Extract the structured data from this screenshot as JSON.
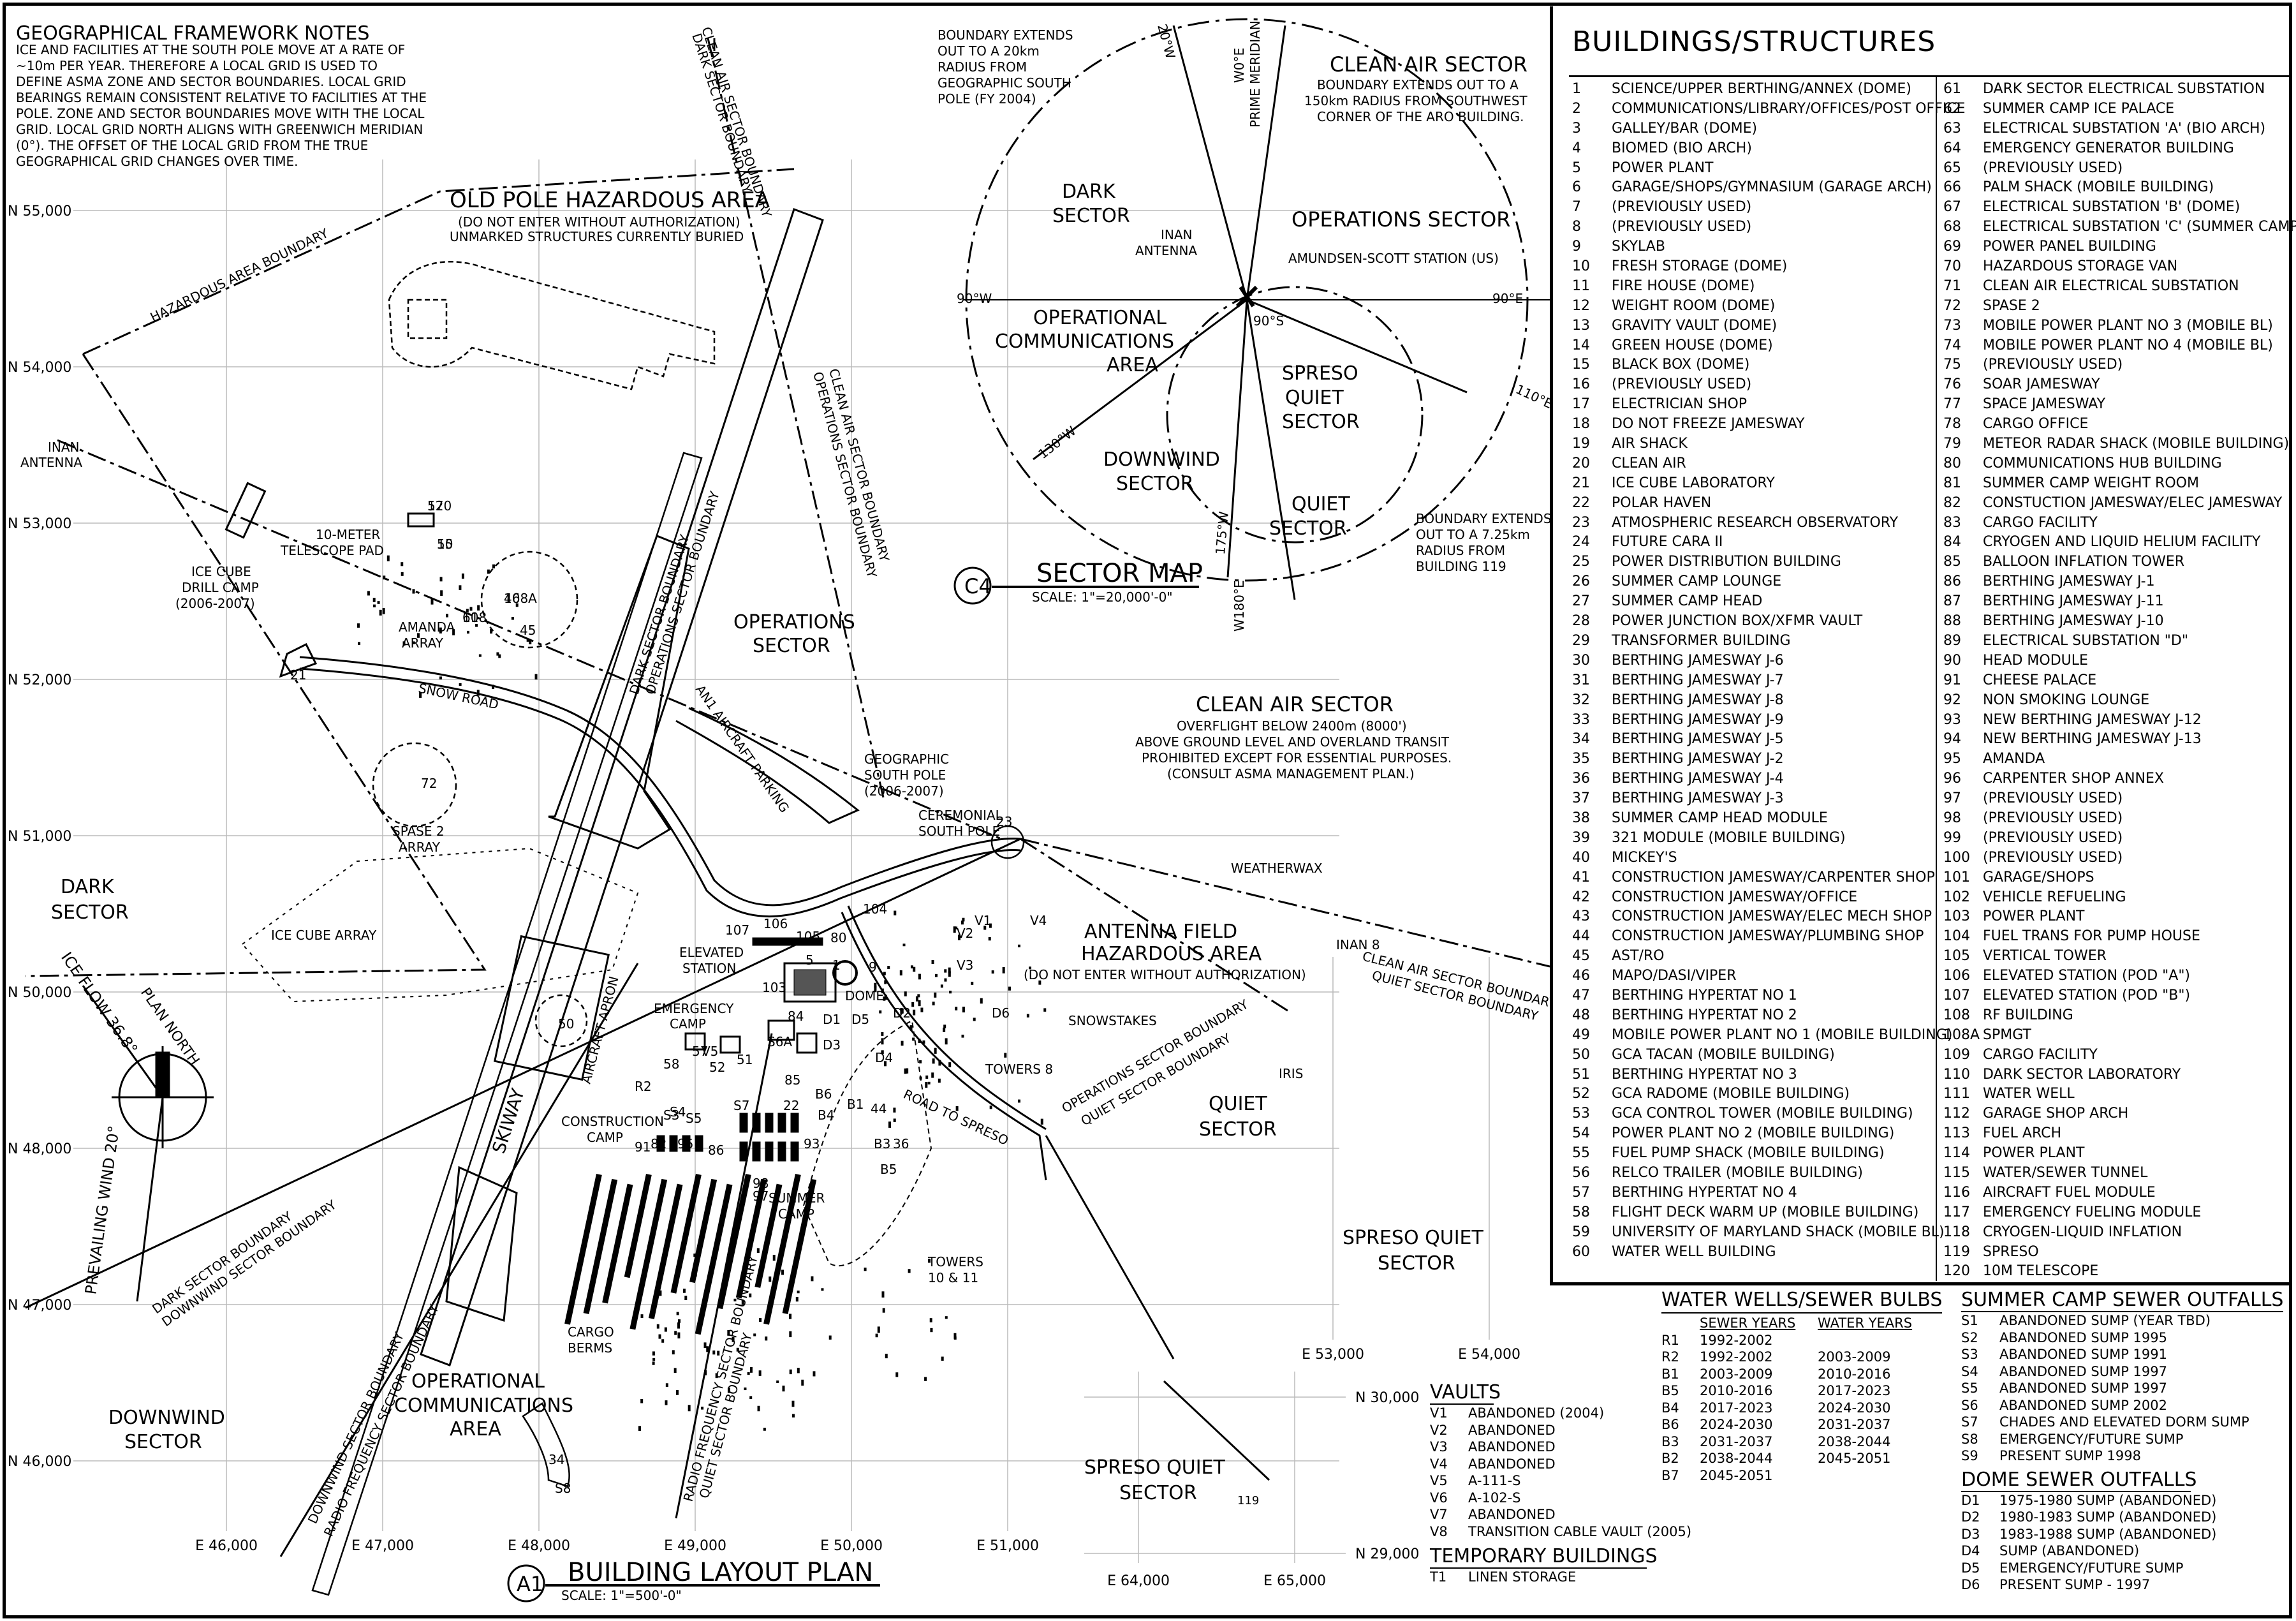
{
  "framework_notes": {
    "title": "GEOGRAPHICAL FRAMEWORK NOTES",
    "lines": [
      "ICE AND FACILITIES AT THE SOUTH POLE MOVE AT A RATE OF",
      "~10m PER YEAR. THEREFORE A LOCAL GRID IS USED TO",
      "DEFINE ASMA ZONE AND SECTOR BOUNDARIES. LOCAL GRID",
      "BEARINGS REMAIN CONSISTENT RELATIVE TO FACILITIES AT THE",
      "POLE. ZONE AND SECTOR BOUNDARIES MOVE WITH THE LOCAL",
      "GRID. LOCAL GRID NORTH ALIGNS WITH GREENWICH MERIDIAN",
      "(0°). THE OFFSET OF THE LOCAL GRID FROM THE TRUE",
      "GEOGRAPHICAL GRID CHANGES OVER TIME."
    ]
  },
  "grid": {
    "north_labels": [
      "N 55,000",
      "N 54,000",
      "N 53,000",
      "N 52,000",
      "N 51,000",
      "N 50,000",
      "N 48,000",
      "N 47,000",
      "N 46,000"
    ],
    "east_labels": [
      "E 46,000",
      "E 47,000",
      "E 48,000",
      "E 49,000",
      "E 50,000",
      "E 51,000"
    ],
    "east_labels_2": [
      "E 53,000",
      "E 54,000"
    ],
    "inset_north": [
      "N 30,000",
      "N 29,000"
    ],
    "inset_east": [
      "E 64,000",
      "E 65,000"
    ]
  },
  "map_labels": {
    "old_pole_title": "OLD POLE HAZARDOUS AREA",
    "old_pole_sub1": "(DO NOT ENTER WITHOUT AUTHORIZATION)",
    "old_pole_sub2": "UNMARKED STRUCTURES CURRENTLY BURIED",
    "hazard_boundary": "HAZARDOUS AREA BOUNDARY",
    "inan_antenna_1": "INAN",
    "inan_antenna_2": "ANTENNA",
    "ten_meter_1": "10-METER",
    "ten_meter_2": "TELESCOPE PAD",
    "icecube_drill_1": "ICE CUBE",
    "icecube_drill_2": "DRILL CAMP",
    "icecube_drill_3": "(2006-2007)",
    "amanda_1": "AMANDA",
    "amanda_2": "ARRAY",
    "snow_road": "SNOW ROAD",
    "spase_1": "SPASE 2",
    "spase_2": "ARRAY",
    "dark_sector_1": "DARK",
    "dark_sector_2": "SECTOR",
    "icecube_array": "ICE CUBE ARRAY",
    "ice_flow": "ICE FLOW 36.8°",
    "plan_north": "PLAN NORTH",
    "prevailing_wind": "PREVAILING WIND 20°",
    "operations_1": "OPERATIONS",
    "operations_2": "SECTOR",
    "dark_boundary": "DARK SECTOR BOUNDARY",
    "ops_boundary": "OPERATIONS SECTOR BOUNDARY",
    "clean_boundary": "CLEAN AIR SECTOR BOUNDARY",
    "clean_boundary_2": "CLEAN AIR SECTOR BOUNDARY",
    "ops_boundary_2": "OPERATIONS SECTOR BOUNDARY",
    "dark_boundary_2": "DARK SECTOR BOUNDARY",
    "aircraft_parking": "AN1 AIRCRAFT PARKING",
    "geo_pole_1": "GEOGRAPHIC",
    "geo_pole_2": "SOUTH POLE",
    "geo_pole_3": "(2006-2007)",
    "cer_pole_1": "CEREMONIAL",
    "cer_pole_2": "SOUTH POLE",
    "clean_air_title": "CLEAN AIR SECTOR",
    "clean_air_1": "OVERFLIGHT BELOW 2400m (8000')",
    "clean_air_2": "ABOVE GROUND LEVEL AND OVERLAND TRANSIT",
    "clean_air_3": "PROHIBITED EXCEPT FOR ESSENTIAL PURPOSES.",
    "clean_air_4": "(CONSULT ASMA MANAGEMENT PLAN.)",
    "weatherwax": "WEATHERWAX",
    "antenna_field_1": "ANTENNA FIELD",
    "antenna_field_2": "HAZARDOUS AREA",
    "antenna_field_3": "(DO NOT ENTER WITHOUT AUTHORIZATION)",
    "snowstakes": "SNOWSTAKES",
    "inan8": "INAN 8",
    "clean_quiet_1": "CLEAN AIR SECTOR BOUNDARY",
    "clean_quiet_2": "QUIET SECTOR BOUNDARY",
    "ops_quiet_1": "OPERATIONS SECTOR BOUNDARY",
    "ops_quiet_2": "QUIET SECTOR BOUNDARY",
    "towers8": "TOWERS 8",
    "iris": "IRIS",
    "quiet_1": "QUIET",
    "quiet_2": "SECTOR",
    "road_spreso": "ROAD TO SPRESO",
    "elevated_1": "ELEVATED",
    "elevated_2": "STATION",
    "dome": "DOME",
    "emergency_1": "EMERGENCY",
    "emergency_2": "CAMP",
    "construction_1": "CONSTRUCTION",
    "construction_2": "CAMP",
    "summer_1": "SUMMER",
    "summer_2": "CAMP",
    "skiway": "SKIWAY",
    "aircraft_apron": "AIRCRAFT APRON",
    "towers_10_1": "TOWERS",
    "towers_10_2": "10 & 11",
    "spreso_quiet_1": "SPRESO QUIET",
    "spreso_quiet_2": "SECTOR",
    "cargo_1": "CARGO",
    "cargo_2": "BERMS",
    "opcomm_1": "OPERATIONAL",
    "opcomm_2": "COMMUNICATIONS",
    "opcomm_3": "AREA",
    "downwind_1": "DOWNWIND",
    "downwind_2": "SECTOR",
    "dark_down_1": "DARK SECTOR BOUNDARY",
    "dark_down_2": "DOWNWIND SECTOR BOUNDARY",
    "down_radio_1": "DOWNWIND SECTOR BOUNDARY",
    "down_radio_2": "RADIO FREQUENCY SECTOR BOUNDARY",
    "radio_quiet_1": "RADIO FREQUENCY SECTOR BOUNDARY",
    "radio_quiet_2": "QUIET SECTOR BOUNDARY",
    "spreso_quiet_b1": "SPRESO QUIET",
    "spreso_quiet_b2": "SECTOR",
    "n119": "119",
    "plan_id": "A1",
    "plan_title": "BUILDING LAYOUT PLAN",
    "plan_scale": "SCALE: 1\"=500'-0\""
  },
  "building_marks": [
    "120",
    "10",
    "61",
    "46",
    "45",
    "21",
    "72",
    "107",
    "106",
    "105",
    "104",
    "80",
    "103",
    "23",
    "50",
    "5",
    "9",
    "1",
    "84",
    "D1",
    "D2",
    "D3",
    "D4",
    "D5",
    "D6",
    "V1",
    "V2",
    "V3",
    "V4",
    "V5",
    "57",
    "58",
    "52",
    "51",
    "S6A",
    "85",
    "R2",
    "S4",
    "S5",
    "S3",
    "91",
    "95",
    "82",
    "44",
    "36",
    "B3",
    "B5",
    "B6",
    "B1",
    "B4",
    "22",
    "S7",
    "93",
    "97",
    "98",
    "86",
    "34",
    "S8",
    "57",
    "55",
    "108",
    "108A"
  ],
  "sector_map": {
    "id": "C4",
    "title": "SECTOR MAP",
    "scale": "SCALE: 1\"=20,000'-0\"",
    "boundary_20km_1": "BOUNDARY EXTENDS",
    "boundary_20km_2": "OUT TO A 20km",
    "boundary_20km_3": "RADIUS FROM",
    "boundary_20km_4": "GEOGRAPHIC SOUTH",
    "boundary_20km_5": "POLE (FY 2004)",
    "clean_title": "CLEAN AIR SECTOR",
    "clean_1": "BOUNDARY EXTENDS OUT TO A",
    "clean_2": "150km RADIUS FROM SOUTHWEST",
    "clean_3": "CORNER OF THE ARO BUILDING.",
    "prime_meridian": "PRIME MERIDIAN",
    "deg_20w": "20°W",
    "deg_0e": "W0°E",
    "dark_1": "DARK",
    "dark_2": "SECTOR",
    "inan_1": "INAN",
    "inan_2": "ANTENNA",
    "ops": "OPERATIONS SECTOR",
    "amundsen": "AMUNDSEN-SCOTT STATION (US)",
    "deg_90w": "90°W",
    "deg_90e": "90°E",
    "deg_90s": "90°S",
    "deg_110e": "110°E",
    "deg_130w": "130°W",
    "deg_175w": "175°W",
    "deg_180e": "W180°E",
    "opcomm_1": "OPERATIONAL",
    "opcomm_2": "COMMUNICATIONS",
    "opcomm_3": "AREA",
    "spreso_1": "SPRESO",
    "spreso_2": "QUIET",
    "spreso_3": "SECTOR",
    "downwind_1": "DOWNWIND",
    "downwind_2": "SECTOR",
    "quiet_1": "QUIET",
    "quiet_2": "SECTOR",
    "b725_1": "BOUNDARY EXTENDS",
    "b725_2": "OUT TO A 7.25km",
    "b725_3": "RADIUS FROM",
    "b725_4": "BUILDING 119"
  },
  "buildings": {
    "title": "BUILDINGS/STRUCTURES",
    "col1": [
      [
        "1",
        "SCIENCE/UPPER BERTHING/ANNEX (DOME)"
      ],
      [
        "2",
        "COMMUNICATIONS/LIBRARY/OFFICES/POST OFFICE"
      ],
      [
        "3",
        "GALLEY/BAR (DOME)"
      ],
      [
        "4",
        "BIOMED (BIO ARCH)"
      ],
      [
        "5",
        "POWER PLANT"
      ],
      [
        "6",
        "GARAGE/SHOPS/GYMNASIUM (GARAGE ARCH)"
      ],
      [
        "7",
        "(PREVIOUSLY USED)"
      ],
      [
        "8",
        "(PREVIOUSLY USED)"
      ],
      [
        "9",
        "SKYLAB"
      ],
      [
        "10",
        "FRESH STORAGE (DOME)"
      ],
      [
        "11",
        "FIRE HOUSE (DOME)"
      ],
      [
        "12",
        "WEIGHT ROOM (DOME)"
      ],
      [
        "13",
        "GRAVITY VAULT (DOME)"
      ],
      [
        "14",
        "GREEN HOUSE (DOME)"
      ],
      [
        "15",
        "BLACK BOX (DOME)"
      ],
      [
        "16",
        "(PREVIOUSLY USED)"
      ],
      [
        "17",
        "ELECTRICIAN SHOP"
      ],
      [
        "18",
        "DO NOT FREEZE JAMESWAY"
      ],
      [
        "19",
        "AIR SHACK"
      ],
      [
        "20",
        "CLEAN AIR"
      ],
      [
        "21",
        "ICE CUBE LABORATORY"
      ],
      [
        "22",
        "POLAR HAVEN"
      ],
      [
        "23",
        "ATMOSPHERIC RESEARCH OBSERVATORY"
      ],
      [
        "24",
        "FUTURE CARA II"
      ],
      [
        "25",
        "POWER DISTRIBUTION BUILDING"
      ],
      [
        "26",
        "SUMMER CAMP LOUNGE"
      ],
      [
        "27",
        "SUMMER CAMP HEAD"
      ],
      [
        "28",
        "POWER JUNCTION BOX/XFMR VAULT"
      ],
      [
        "29",
        "TRANSFORMER BUILDING"
      ],
      [
        "30",
        "BERTHING JAMESWAY J-6"
      ],
      [
        "31",
        "BERTHING JAMESWAY J-7"
      ],
      [
        "32",
        "BERTHING JAMESWAY J-8"
      ],
      [
        "33",
        "BERTHING JAMESWAY J-9"
      ],
      [
        "34",
        "BERTHING JAMESWAY J-5"
      ],
      [
        "35",
        "BERTHING JAMESWAY J-2"
      ],
      [
        "36",
        "BERTHING JAMESWAY J-4"
      ],
      [
        "37",
        "BERTHING JAMESWAY J-3"
      ],
      [
        "38",
        "SUMMER CAMP HEAD MODULE"
      ],
      [
        "39",
        "321 MODULE (MOBILE BUILDING)"
      ],
      [
        "40",
        "MICKEY'S"
      ],
      [
        "41",
        "CONSTRUCTION JAMESWAY/CARPENTER SHOP"
      ],
      [
        "42",
        "CONSTRUCTION JAMESWAY/OFFICE"
      ],
      [
        "43",
        "CONSTRUCTION JAMESWAY/ELEC MECH SHOP"
      ],
      [
        "44",
        "CONSTRUCTION JAMESWAY/PLUMBING SHOP"
      ],
      [
        "45",
        "AST/RO"
      ],
      [
        "46",
        "MAPO/DASI/VIPER"
      ],
      [
        "47",
        "BERTHING HYPERTAT NO 1"
      ],
      [
        "48",
        "BERTHING HYPERTAT NO 2"
      ],
      [
        "49",
        "MOBILE POWER PLANT NO 1 (MOBILE BUILDING)"
      ],
      [
        "50",
        "GCA TACAN (MOBILE BUILDING)"
      ],
      [
        "51",
        "BERTHING HYPERTAT NO 3"
      ],
      [
        "52",
        "GCA RADOME (MOBILE BUILDING)"
      ],
      [
        "53",
        "GCA CONTROL TOWER (MOBILE BUILDING)"
      ],
      [
        "54",
        "POWER PLANT NO 2 (MOBILE BUILDING)"
      ],
      [
        "55",
        "FUEL PUMP SHACK (MOBILE BUILDING)"
      ],
      [
        "56",
        "RELCO TRAILER (MOBILE BUILDING)"
      ],
      [
        "57",
        "BERTHING HYPERTAT NO 4"
      ],
      [
        "58",
        "FLIGHT DECK WARM UP (MOBILE BUILDING)"
      ],
      [
        "59",
        "UNIVERSITY OF MARYLAND SHACK (MOBILE BL)"
      ],
      [
        "60",
        "WATER WELL BUILDING"
      ]
    ],
    "col2": [
      [
        "61",
        "DARK SECTOR ELECTRICAL SUBSTATION"
      ],
      [
        "62",
        "SUMMER CAMP ICE PALACE"
      ],
      [
        "63",
        "ELECTRICAL SUBSTATION 'A' (BIO ARCH)"
      ],
      [
        "64",
        "EMERGENCY GENERATOR BUILDING"
      ],
      [
        "65",
        "(PREVIOUSLY USED)"
      ],
      [
        "66",
        "PALM SHACK (MOBILE BUILDING)"
      ],
      [
        "67",
        "ELECTRICAL SUBSTATION 'B' (DOME)"
      ],
      [
        "68",
        "ELECTRICAL SUBSTATION 'C' (SUMMER CAMP)"
      ],
      [
        "69",
        "POWER PANEL BUILDING"
      ],
      [
        "70",
        "HAZARDOUS STORAGE VAN"
      ],
      [
        "71",
        "CLEAN AIR ELECTRICAL SUBSTATION"
      ],
      [
        "72",
        "SPASE 2"
      ],
      [
        "73",
        "MOBILE POWER PLANT NO 3 (MOBILE BL)"
      ],
      [
        "74",
        "MOBILE POWER PLANT NO 4 (MOBILE BL)"
      ],
      [
        "75",
        "(PREVIOUSLY USED)"
      ],
      [
        "76",
        "SOAR JAMESWAY"
      ],
      [
        "77",
        "SPACE JAMESWAY"
      ],
      [
        "78",
        "CARGO OFFICE"
      ],
      [
        "79",
        "METEOR RADAR SHACK (MOBILE BUILDING)"
      ],
      [
        "80",
        "COMMUNICATIONS HUB BUILDING"
      ],
      [
        "81",
        "SUMMER CAMP WEIGHT ROOM"
      ],
      [
        "82",
        "CONSTUCTION JAMESWAY/ELEC JAMESWAY"
      ],
      [
        "83",
        "CARGO FACILITY"
      ],
      [
        "84",
        "CRYOGEN AND LIQUID HELIUM FACILITY"
      ],
      [
        "85",
        "BALLOON INFLATION TOWER"
      ],
      [
        "86",
        "BERTHING JAMESWAY J-1"
      ],
      [
        "87",
        "BERTHING JAMESWAY J-11"
      ],
      [
        "88",
        "BERTHING JAMESWAY J-10"
      ],
      [
        "89",
        "ELECTRICAL SUBSTATION \"D\""
      ],
      [
        "90",
        "HEAD MODULE"
      ],
      [
        "91",
        "CHEESE PALACE"
      ],
      [
        "92",
        "NON SMOKING LOUNGE"
      ],
      [
        "93",
        "NEW BERTHING JAMESWAY J-12"
      ],
      [
        "94",
        "NEW BERTHING JAMESWAY J-13"
      ],
      [
        "95",
        "AMANDA"
      ],
      [
        "96",
        "CARPENTER SHOP ANNEX"
      ],
      [
        "97",
        "(PREVIOUSLY USED)"
      ],
      [
        "98",
        "(PREVIOUSLY USED)"
      ],
      [
        "99",
        "(PREVIOUSLY USED)"
      ],
      [
        "100",
        "(PREVIOUSLY USED)"
      ],
      [
        "101",
        "GARAGE/SHOPS"
      ],
      [
        "102",
        "VEHICLE REFUELING"
      ],
      [
        "103",
        "POWER PLANT"
      ],
      [
        "104",
        "FUEL TRANS FOR PUMP HOUSE"
      ],
      [
        "105",
        "VERTICAL TOWER"
      ],
      [
        "106",
        "ELEVATED STATION (POD \"A\")"
      ],
      [
        "107",
        "ELEVATED STATION (POD \"B\")"
      ],
      [
        "108",
        "RF BUILDING"
      ],
      [
        "108A",
        "SPMGT"
      ],
      [
        "109",
        "CARGO FACILITY"
      ],
      [
        "110",
        "DARK SECTOR LABORATORY"
      ],
      [
        "111",
        "WATER WELL"
      ],
      [
        "112",
        "GARAGE SHOP ARCH"
      ],
      [
        "113",
        "FUEL ARCH"
      ],
      [
        "114",
        "POWER PLANT"
      ],
      [
        "115",
        "WATER/SEWER TUNNEL"
      ],
      [
        "116",
        "AIRCRAFT FUEL MODULE"
      ],
      [
        "117",
        "EMERGENCY FUELING MODULE"
      ],
      [
        "118",
        "CRYOGEN-LIQUID INFLATION"
      ],
      [
        "119",
        "SPRESO"
      ],
      [
        "120",
        "10M TELESCOPE"
      ]
    ]
  },
  "water_wells": {
    "title": "WATER WELLS/SEWER BULBS",
    "col_sewer": "SEWER YEARS",
    "col_water": "WATER YEARS",
    "rows": [
      [
        "R1",
        "1992-2002",
        ""
      ],
      [
        "R2",
        "1992-2002",
        "2003-2009"
      ],
      [
        "B1",
        "2003-2009",
        "2010-2016"
      ],
      [
        "B5",
        "2010-2016",
        "2017-2023"
      ],
      [
        "B4",
        "2017-2023",
        "2024-2030"
      ],
      [
        "B6",
        "2024-2030",
        "2031-2037"
      ],
      [
        "B3",
        "2031-2037",
        "2038-2044"
      ],
      [
        "B2",
        "2038-2044",
        "2045-2051"
      ],
      [
        "B7",
        "2045-2051",
        ""
      ]
    ]
  },
  "vaults": {
    "title": "VAULTS",
    "rows": [
      [
        "V1",
        "ABANDONED (2004)"
      ],
      [
        "V2",
        "ABANDONED"
      ],
      [
        "V3",
        "ABANDONED"
      ],
      [
        "V4",
        "ABANDONED"
      ],
      [
        "V5",
        "A-111-S"
      ],
      [
        "V6",
        "A-102-S"
      ],
      [
        "V7",
        "ABANDONED"
      ],
      [
        "V8",
        "TRANSITION CABLE VAULT (2005)"
      ]
    ]
  },
  "temporary": {
    "title": "TEMPORARY BUILDINGS",
    "rows": [
      [
        "T1",
        "LINEN STORAGE"
      ]
    ]
  },
  "summer_outfalls": {
    "title": "SUMMER CAMP SEWER OUTFALLS",
    "rows": [
      [
        "S1",
        "ABANDONED SUMP (YEAR TBD)"
      ],
      [
        "S2",
        "ABANDONED SUMP 1995"
      ],
      [
        "S3",
        "ABANDONED SUMP 1991"
      ],
      [
        "S4",
        "ABANDONED SUMP 1997"
      ],
      [
        "S5",
        "ABANDONED SUMP 1997"
      ],
      [
        "S6",
        "ABANDONED SUMP 2002"
      ],
      [
        "S7",
        "CHADES AND ELEVATED DORM SUMP"
      ],
      [
        "S8",
        "EMERGENCY/FUTURE SUMP"
      ],
      [
        "S9",
        "PRESENT SUMP 1998"
      ]
    ]
  },
  "dome_outfalls": {
    "title": "DOME SEWER OUTFALLS",
    "rows": [
      [
        "D1",
        "1975-1980 SUMP (ABANDONED)"
      ],
      [
        "D2",
        "1980-1983 SUMP (ABANDONED)"
      ],
      [
        "D3",
        "1983-1988 SUMP (ABANDONED)"
      ],
      [
        "D4",
        "SUMP (ABANDONED)"
      ],
      [
        "D5",
        "EMERGENCY/FUTURE SUMP"
      ],
      [
        "D6",
        "PRESENT SUMP - 1997"
      ]
    ]
  }
}
